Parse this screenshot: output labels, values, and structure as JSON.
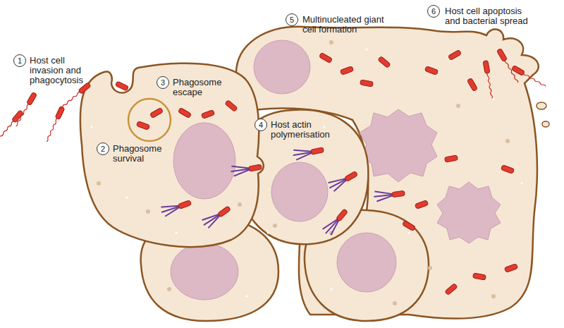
{
  "diagram": {
    "nodes": [
      {
        "text": [
          "1"
        ]
      },
      {
        "text": [
          "2"
        ]
      },
      {
        "text": [
          "3"
        ]
      },
      {
        "text": [
          "4"
        ]
      },
      {
        "text": [
          "5"
        ]
      },
      {
        "text": [
          "6"
        ]
      }
    ],
    "labels": [
      "Host cell invasion and phagocytosis",
      "Phagosome survival",
      "Phagosome escape",
      "Host actin polymerisation",
      "Multinucleated giant cell formation",
      "Host cell apoptosis and bacterial spread"
    ]
  }
}
